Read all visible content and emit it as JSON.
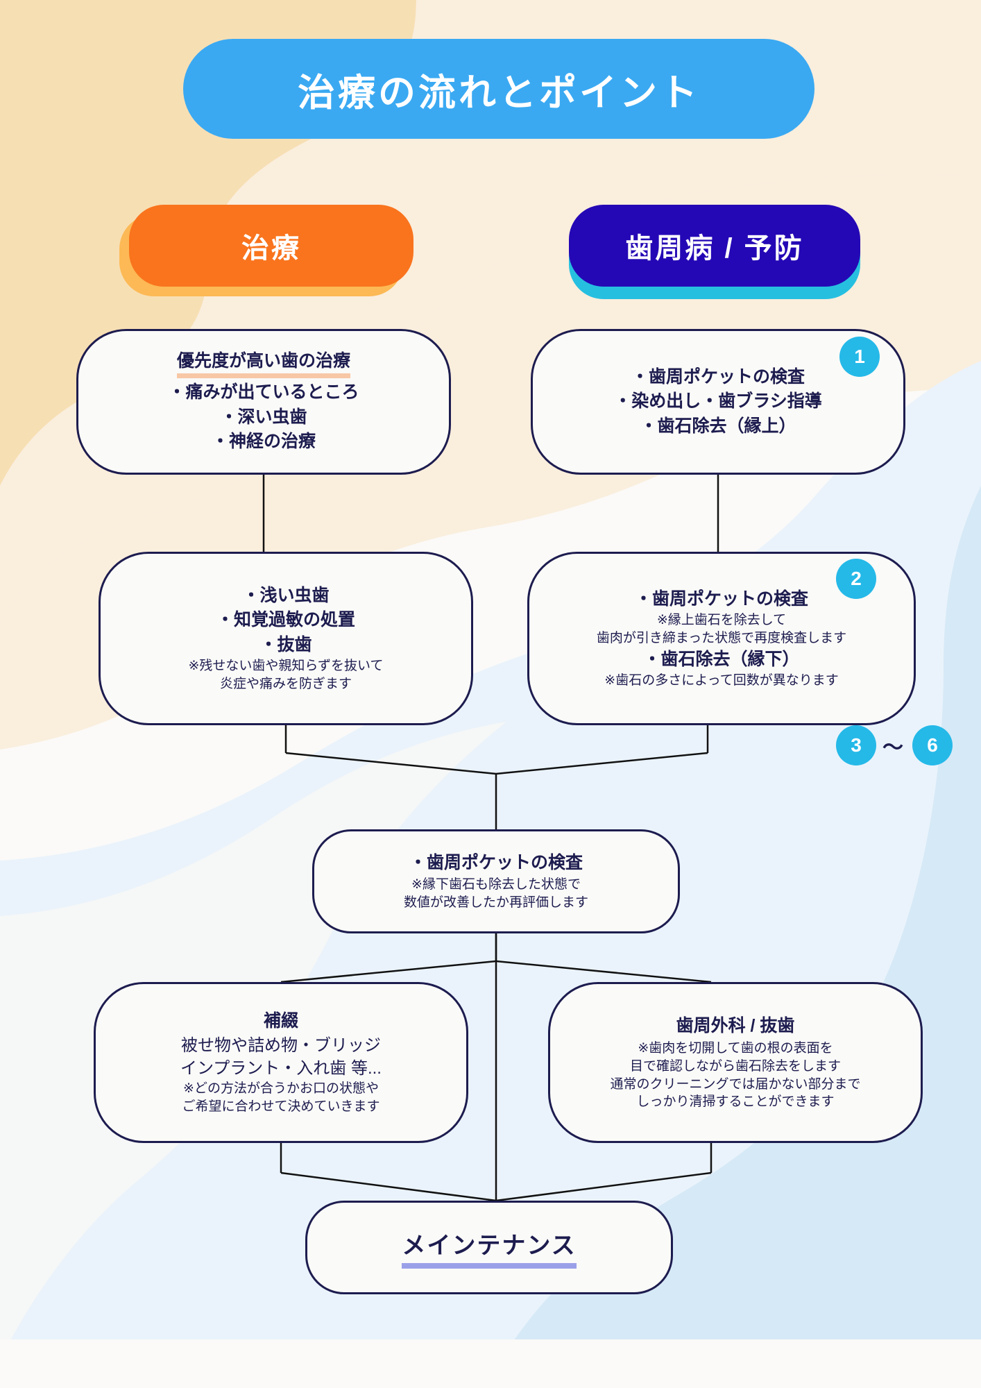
{
  "header": {
    "title": "治療の流れとポイント"
  },
  "columns": [
    {
      "id": "treatment",
      "label": "治療",
      "color": "#f9741d",
      "shadow": "#fcb955"
    },
    {
      "id": "perio",
      "label": "歯周病 / 予防",
      "color": "#2408b5",
      "shadow": "#26bfe0"
    }
  ],
  "boxes": {
    "left_1": {
      "heading": "優先度が高い歯の治療",
      "lines": [
        "・痛みが出ているところ",
        "・深い虫歯",
        "・神経の治療"
      ]
    },
    "left_2": {
      "lines": [
        "・浅い虫歯",
        "・知覚過敏の処置",
        "・抜歯"
      ],
      "notes": [
        "※残せない歯や親知らずを抜いて",
        "炎症や痛みを防ぎます"
      ]
    },
    "right_1": {
      "lines": [
        "・歯周ポケットの検査",
        "・染め出し・歯ブラシ指導",
        "・歯石除去（縁上）"
      ]
    },
    "right_2": {
      "line_1": "・歯周ポケットの検査",
      "notes_1": [
        "※縁上歯石を除去して",
        "歯肉が引き締まった状態で再度検査します"
      ],
      "line_2": "・歯石除去（縁下）",
      "notes_2": [
        "※歯石の多さによって回数が異なります"
      ]
    },
    "middle": {
      "line": "・歯周ポケットの検査",
      "notes": [
        "※縁下歯石も除去した状態で",
        "数値が改善したか再評価します"
      ]
    },
    "bottom_left": {
      "title": "補綴",
      "lines": [
        "被せ物や詰め物・ブリッジ",
        "インプラント・入れ歯 等..."
      ],
      "notes": [
        "※どの方法が合うかお口の状態や",
        "ご希望に合わせて決めていきます"
      ]
    },
    "bottom_right": {
      "title": "歯周外科 / 抜歯",
      "notes": [
        "※歯肉を切開して歯の根の表面を",
        "目で確認しながら歯石除去をします",
        "通常のクリーニングでは届かない部分まで",
        "しっかり清掃することができます"
      ]
    },
    "end": {
      "label": "メインテナンス"
    }
  },
  "badges": {
    "one": "1",
    "two": "2",
    "three": "3",
    "six": "6",
    "tilde": "〜"
  },
  "colors": {
    "title_banner": "#3aa9f2",
    "box_border": "#1d1c4f",
    "text": "#1d1c4f",
    "badge": "#25b9e8",
    "underline_orange": "#f7c7a6",
    "underline_purple": "#9aa0e8",
    "bg_cream": "#f7ecd9",
    "bg_blue": "#e7f1fb"
  }
}
